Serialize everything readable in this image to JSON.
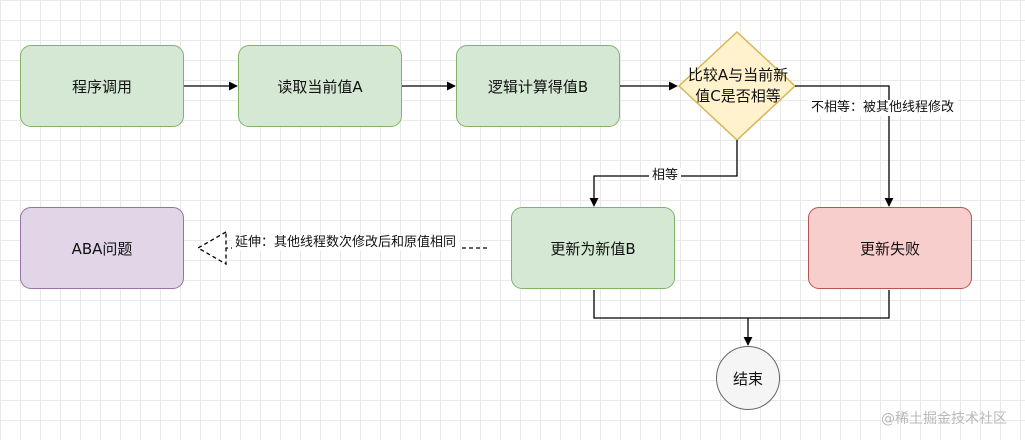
{
  "nodes": {
    "start": "程序调用",
    "read": "读取当前值A",
    "compute": "逻辑计算得值B",
    "compare_line1": "比较A与当前新",
    "compare_line2": "值C是否相等",
    "update": "更新为新值B",
    "fail": "更新失败",
    "aba": "ABA问题",
    "end": "结束"
  },
  "edges": {
    "equal": "相等",
    "not_equal": "不相等：被其他线程修改",
    "extension": "延伸：其他线程数次修改后和原值相同"
  },
  "colors": {
    "process_fill": "#d5e8d4",
    "process_border": "#82b366",
    "decision_fill": "#fff2cc",
    "decision_border": "#d6b656",
    "fail_fill": "#f8cecc",
    "fail_border": "#b85450",
    "aba_fill": "#e1d5e7",
    "aba_border": "#9673a6",
    "end_fill": "#f5f5f5",
    "end_border": "#666666"
  },
  "watermark": "@稀土掘金技术社区"
}
